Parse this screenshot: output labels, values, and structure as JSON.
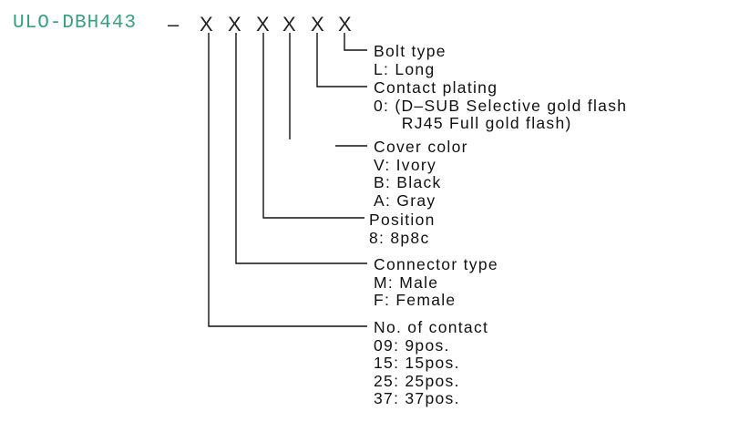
{
  "header": {
    "part_prefix": "ULO-DBH443",
    "dash": "–",
    "placeholders": [
      "X",
      "X",
      "X",
      "X",
      "X",
      "X"
    ]
  },
  "fields": {
    "bolt_type": {
      "title": "Bolt type",
      "lines": [
        "L: Long"
      ]
    },
    "contact_plating": {
      "title": "Contact plating",
      "lines": [
        "0: (D–SUB Selective gold flash",
        "     RJ45 Full gold flash)"
      ]
    },
    "cover_color": {
      "title": "Cover color",
      "lines": [
        "V: Ivory",
        "B: Black",
        "A: Gray"
      ]
    },
    "position": {
      "title": "Position",
      "lines": [
        "8: 8p8c"
      ]
    },
    "connector_type": {
      "title": "Connector type",
      "lines": [
        "M: Male",
        "F: Female"
      ]
    },
    "no_of_contact": {
      "title": "No. of contact",
      "lines": [
        "09: 9pos.",
        "15: 15pos.",
        "25: 25pos.",
        "37: 37pos."
      ]
    }
  },
  "colors": {
    "prefix": "#3a9e82",
    "lines": "#111111"
  }
}
